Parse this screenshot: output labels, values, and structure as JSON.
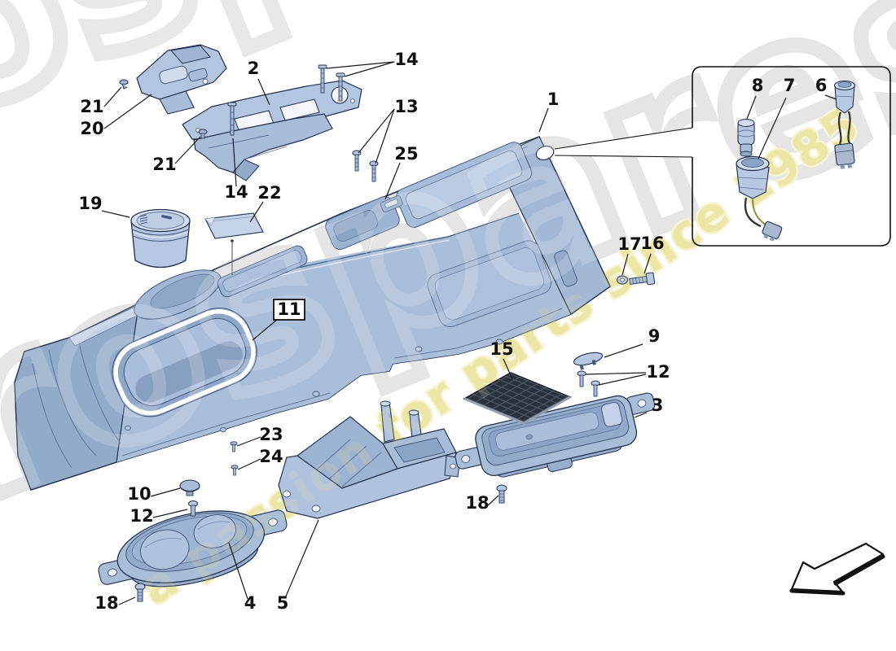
{
  "watermark": {
    "brand": "eurospares",
    "tagline": "a passion for parts since 1985",
    "brand_color": "#e0e0e0",
    "tagline_color": "#ece7a8"
  },
  "colors": {
    "part_fill": "#b7c9e2",
    "part_fill_light": "#cfdced",
    "part_fill_dark": "#9db3d2",
    "part_outline": "#22304d",
    "carbon_mat": "#2b313c",
    "background": "#ffffff",
    "label_color": "#101010"
  },
  "callouts": [
    {
      "label": "1"
    },
    {
      "label": "2"
    },
    {
      "label": "14"
    },
    {
      "label": "13"
    },
    {
      "label": "25"
    },
    {
      "label": "21"
    },
    {
      "label": "20"
    },
    {
      "label": "21"
    },
    {
      "label": "14"
    },
    {
      "label": "22"
    },
    {
      "label": "19"
    },
    {
      "label": "11",
      "boxed": true
    },
    {
      "label": "23"
    },
    {
      "label": "24"
    },
    {
      "label": "10"
    },
    {
      "label": "12"
    },
    {
      "label": "18"
    },
    {
      "label": "4"
    },
    {
      "label": "5"
    },
    {
      "label": "15"
    },
    {
      "label": "9"
    },
    {
      "label": "12"
    },
    {
      "label": "3"
    },
    {
      "label": "18"
    },
    {
      "label": "17"
    },
    {
      "label": "16"
    },
    {
      "label": "8"
    },
    {
      "label": "7"
    },
    {
      "label": "6"
    }
  ]
}
